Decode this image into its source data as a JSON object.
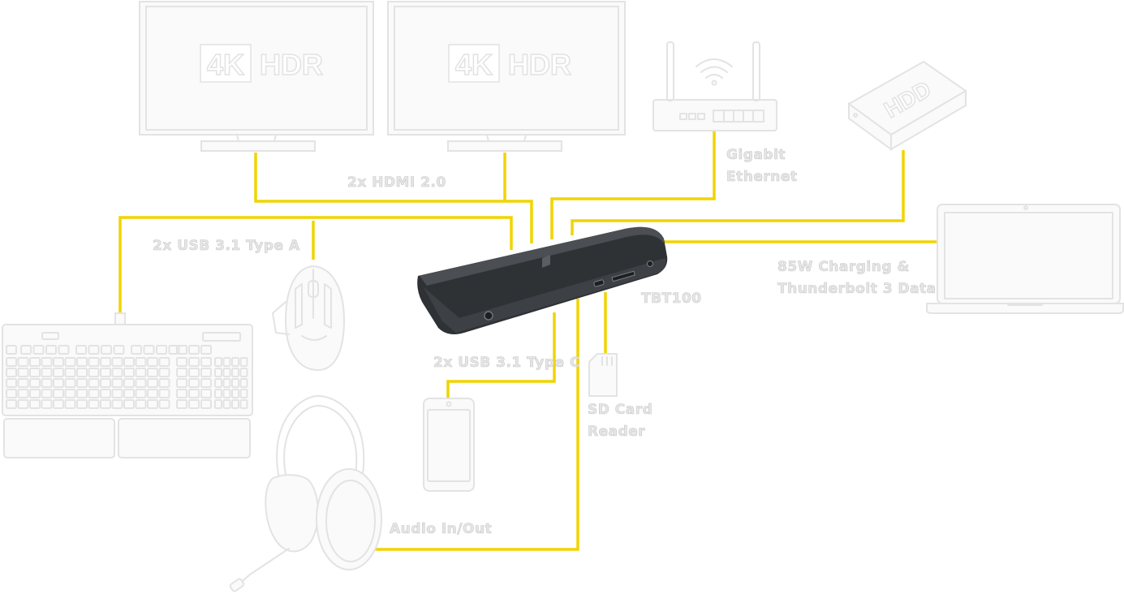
{
  "diagram": {
    "hub_name": "TBT100",
    "monitors": [
      {
        "badge_left": "4K",
        "badge_right": "HDR"
      },
      {
        "badge_left": "4K",
        "badge_right": "HDR"
      }
    ],
    "hdd_badge": "HDD",
    "labels": {
      "hdmi": "2x HDMI 2.0",
      "ethernet_line1": "Gigabit",
      "ethernet_line2": "Ethernet",
      "usb_a": "2x USB 3.1 Type A",
      "usb_c": "2x USB 3.1 Type C",
      "charging_line1": "85W Charging &",
      "charging_line2": "Thunderbolt 3 Data",
      "sd_line1": "SD Card",
      "sd_line2": "Reader",
      "audio": "Audio In/Out"
    },
    "colors": {
      "cable": "#f0d400",
      "device_outline": "#e3e3e3",
      "hub_body": "#3a3d40"
    }
  }
}
